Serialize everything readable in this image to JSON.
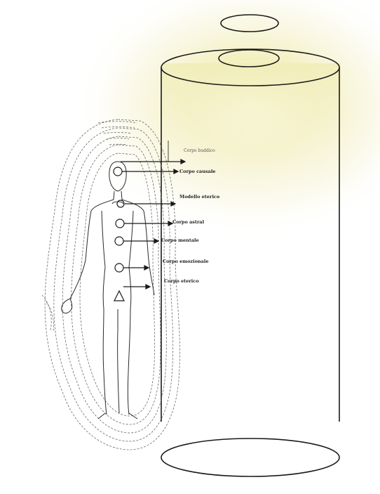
{
  "labels": {
    "l1": "Corpo buddico",
    "l2": "Corpo causale",
    "l3": "Modello eterico",
    "l4": "Corpo astral",
    "l5": "Corpo mentale",
    "l6": "Corpo emozionale",
    "l7": "Corpo eterico"
  },
  "colors": {
    "glow": "#f4f0b0",
    "line": "#1a1a1a",
    "aura": "#666666"
  }
}
